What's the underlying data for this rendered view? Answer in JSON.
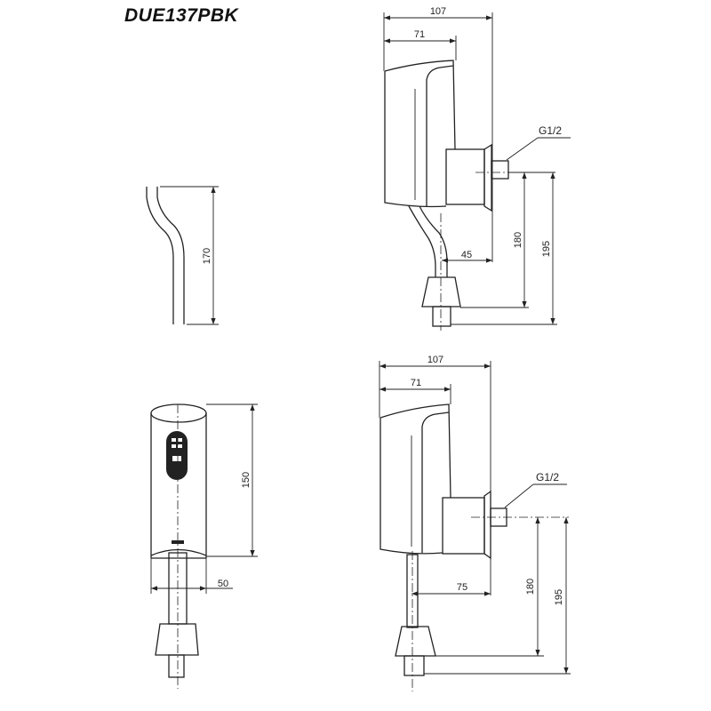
{
  "title": "DUE137PBK",
  "top_side_view": {
    "width_total": "107",
    "width_body": "71",
    "projection": "45",
    "height_inlet": "180",
    "height_total": "195",
    "thread": "G1/2"
  },
  "top_front_view": {
    "pipe_height": "170"
  },
  "bottom_front_view": {
    "body_height": "150",
    "body_width": "50"
  },
  "bottom_side_view": {
    "width_total": "107",
    "width_body": "71",
    "projection": "75",
    "height_inlet": "180",
    "height_total": "195",
    "thread": "G1/2"
  }
}
